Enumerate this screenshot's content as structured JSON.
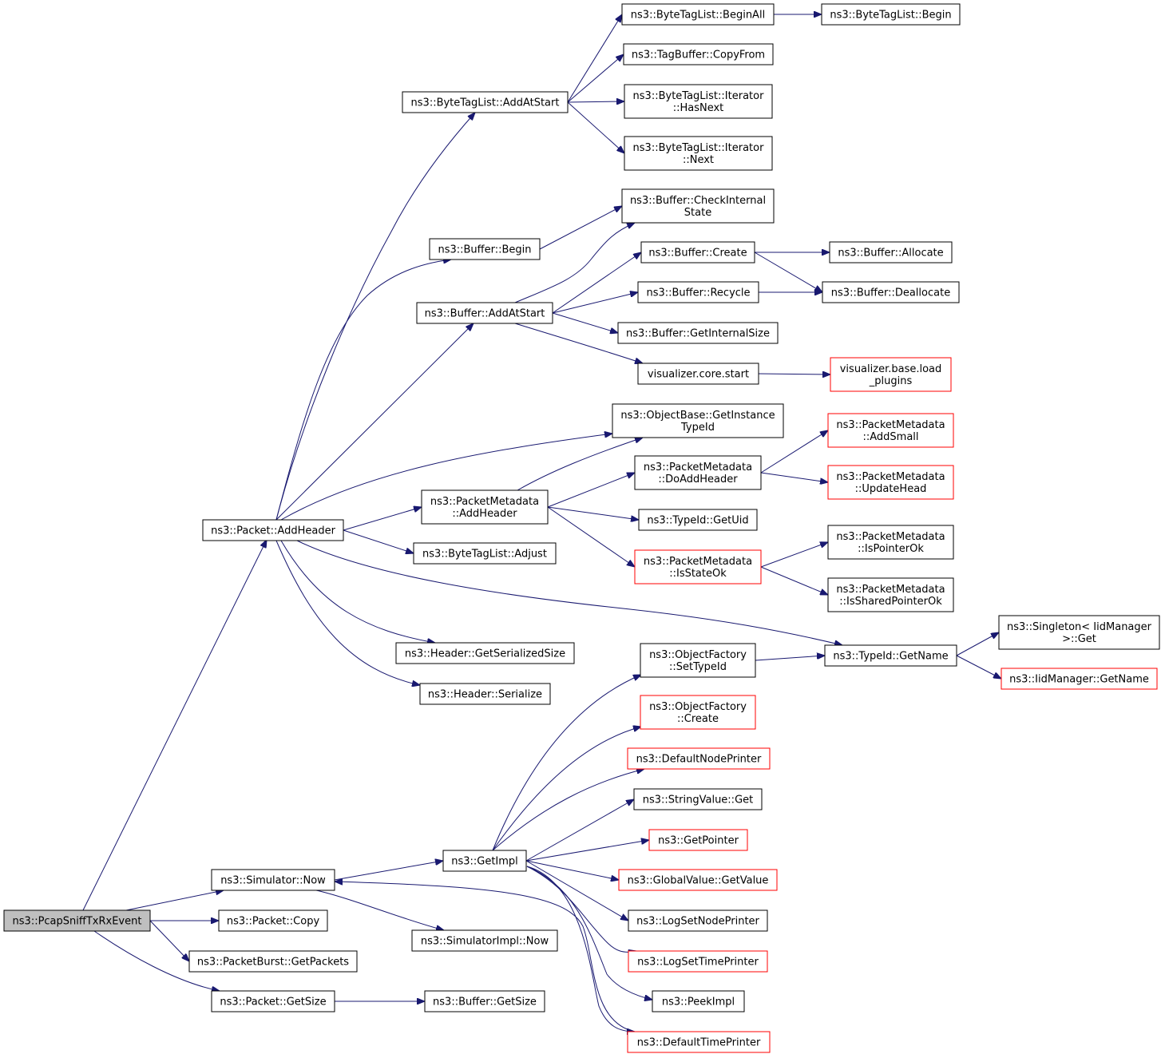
{
  "nodes": [
    {
      "id": "root",
      "lines": [
        "ns3::PcapSniffTxRxEvent"
      ],
      "style": "root"
    },
    {
      "id": "addheader",
      "lines": [
        "ns3::Packet::AddHeader"
      ]
    },
    {
      "id": "simnow",
      "lines": [
        "ns3::Simulator::Now"
      ]
    },
    {
      "id": "pcopy",
      "lines": [
        "ns3::Packet::Copy"
      ]
    },
    {
      "id": "getpackets",
      "lines": [
        "ns3::PacketBurst::GetPackets"
      ]
    },
    {
      "id": "pgetsize",
      "lines": [
        "ns3::Packet::GetSize"
      ]
    },
    {
      "id": "btl_addatstart",
      "lines": [
        "ns3::ByteTagList::AddAtStart"
      ]
    },
    {
      "id": "buf_begin",
      "lines": [
        "ns3::Buffer::Begin"
      ]
    },
    {
      "id": "buf_addatstart",
      "lines": [
        "ns3::Buffer::AddAtStart"
      ]
    },
    {
      "id": "pm_addheader",
      "lines": [
        "ns3::PacketMetadata",
        "::AddHeader"
      ]
    },
    {
      "id": "btl_adjust",
      "lines": [
        "ns3::ByteTagList::Adjust"
      ]
    },
    {
      "id": "hdr_getser",
      "lines": [
        "ns3::Header::GetSerializedSize"
      ]
    },
    {
      "id": "hdr_serialize",
      "lines": [
        "ns3::Header::Serialize"
      ]
    },
    {
      "id": "getimpl",
      "lines": [
        "ns3::GetImpl"
      ]
    },
    {
      "id": "simimpl_now",
      "lines": [
        "ns3::SimulatorImpl::Now"
      ]
    },
    {
      "id": "buf_getsize",
      "lines": [
        "ns3::Buffer::GetSize"
      ]
    },
    {
      "id": "btl_beginall",
      "lines": [
        "ns3::ByteTagList::BeginAll"
      ]
    },
    {
      "id": "tb_copyfrom",
      "lines": [
        "ns3::TagBuffer::CopyFrom"
      ]
    },
    {
      "id": "it_hasnext",
      "lines": [
        "ns3::ByteTagList::Iterator",
        "::HasNext"
      ]
    },
    {
      "id": "it_next",
      "lines": [
        "ns3::ByteTagList::Iterator",
        "::Next"
      ]
    },
    {
      "id": "buf_checkinternal",
      "lines": [
        "ns3::Buffer::CheckInternal",
        "State"
      ]
    },
    {
      "id": "buf_create",
      "lines": [
        "ns3::Buffer::Create"
      ]
    },
    {
      "id": "buf_recycle",
      "lines": [
        "ns3::Buffer::Recycle"
      ]
    },
    {
      "id": "buf_getinternalsize",
      "lines": [
        "ns3::Buffer::GetInternalSize"
      ]
    },
    {
      "id": "viz_start",
      "lines": [
        "visualizer.core.start"
      ]
    },
    {
      "id": "ob_gettypeid",
      "lines": [
        "ns3::ObjectBase::GetInstance",
        "TypeId"
      ]
    },
    {
      "id": "pm_doaddheader",
      "lines": [
        "ns3::PacketMetadata",
        "::DoAddHeader"
      ]
    },
    {
      "id": "tid_getuid",
      "lines": [
        "ns3::TypeId::GetUid"
      ]
    },
    {
      "id": "pm_isstateok",
      "lines": [
        "ns3::PacketMetadata",
        "::IsStateOk"
      ],
      "style": "trunc"
    },
    {
      "id": "of_settypeid",
      "lines": [
        "ns3::ObjectFactory",
        "::SetTypeId"
      ]
    },
    {
      "id": "of_create",
      "lines": [
        "ns3::ObjectFactory",
        "::Create"
      ],
      "style": "trunc"
    },
    {
      "id": "defnodeprinter",
      "lines": [
        "ns3::DefaultNodePrinter"
      ],
      "style": "trunc"
    },
    {
      "id": "sv_get",
      "lines": [
        "ns3::StringValue::Get"
      ]
    },
    {
      "id": "getpointer",
      "lines": [
        "ns3::GetPointer"
      ],
      "style": "trunc"
    },
    {
      "id": "gv_getvalue",
      "lines": [
        "ns3::GlobalValue::GetValue"
      ],
      "style": "trunc"
    },
    {
      "id": "logsetnode",
      "lines": [
        "ns3::LogSetNodePrinter"
      ]
    },
    {
      "id": "logsettime",
      "lines": [
        "ns3::LogSetTimePrinter"
      ],
      "style": "trunc"
    },
    {
      "id": "peekimpl",
      "lines": [
        "ns3::PeekImpl"
      ]
    },
    {
      "id": "deftimeprinter",
      "lines": [
        "ns3::DefaultTimePrinter"
      ],
      "style": "trunc"
    },
    {
      "id": "btl_begin",
      "lines": [
        "ns3::ByteTagList::Begin"
      ]
    },
    {
      "id": "buf_allocate",
      "lines": [
        "ns3::Buffer::Allocate"
      ]
    },
    {
      "id": "buf_deallocate",
      "lines": [
        "ns3::Buffer::Deallocate"
      ]
    },
    {
      "id": "viz_loadplugins",
      "lines": [
        "visualizer.base.load",
        "_plugins"
      ],
      "style": "trunc"
    },
    {
      "id": "pm_addsmall",
      "lines": [
        "ns3::PacketMetadata",
        "::AddSmall"
      ],
      "style": "trunc"
    },
    {
      "id": "pm_updatehead",
      "lines": [
        "ns3::PacketMetadata",
        "::UpdateHead"
      ],
      "style": "trunc"
    },
    {
      "id": "pm_ispointerok",
      "lines": [
        "ns3::PacketMetadata",
        "::IsPointerOk"
      ]
    },
    {
      "id": "pm_issharedptrok",
      "lines": [
        "ns3::PacketMetadata",
        "::IsSharedPointerOk"
      ]
    },
    {
      "id": "tid_getname",
      "lines": [
        "ns3::TypeId::GetName"
      ]
    },
    {
      "id": "singleton_get",
      "lines": [
        "ns3::Singleton< IidManager",
        " >::Get"
      ]
    },
    {
      "id": "iid_getname",
      "lines": [
        "ns3::IidManager::GetName"
      ],
      "style": "trunc"
    }
  ],
  "edges": [
    [
      "root",
      "addheader"
    ],
    [
      "root",
      "simnow"
    ],
    [
      "root",
      "pcopy"
    ],
    [
      "root",
      "getpackets"
    ],
    [
      "root",
      "pgetsize"
    ],
    [
      "addheader",
      "btl_addatstart"
    ],
    [
      "addheader",
      "buf_begin"
    ],
    [
      "addheader",
      "buf_addatstart"
    ],
    [
      "addheader",
      "ob_gettypeid"
    ],
    [
      "addheader",
      "pm_addheader"
    ],
    [
      "addheader",
      "btl_adjust"
    ],
    [
      "addheader",
      "tid_getname"
    ],
    [
      "addheader",
      "hdr_getser"
    ],
    [
      "addheader",
      "hdr_serialize"
    ],
    [
      "simnow",
      "getimpl"
    ],
    [
      "simnow",
      "simimpl_now"
    ],
    [
      "pgetsize",
      "buf_getsize"
    ],
    [
      "btl_addatstart",
      "btl_beginall"
    ],
    [
      "btl_addatstart",
      "tb_copyfrom"
    ],
    [
      "btl_addatstart",
      "it_hasnext"
    ],
    [
      "btl_addatstart",
      "it_next"
    ],
    [
      "btl_beginall",
      "btl_begin"
    ],
    [
      "buf_begin",
      "buf_checkinternal"
    ],
    [
      "buf_addatstart",
      "buf_checkinternal"
    ],
    [
      "buf_addatstart",
      "buf_create"
    ],
    [
      "buf_addatstart",
      "buf_recycle"
    ],
    [
      "buf_addatstart",
      "buf_getinternalsize"
    ],
    [
      "buf_addatstart",
      "viz_start"
    ],
    [
      "buf_create",
      "buf_allocate"
    ],
    [
      "buf_create",
      "buf_deallocate"
    ],
    [
      "buf_recycle",
      "buf_deallocate"
    ],
    [
      "viz_start",
      "viz_loadplugins"
    ],
    [
      "pm_addheader",
      "ob_gettypeid"
    ],
    [
      "pm_addheader",
      "pm_doaddheader"
    ],
    [
      "pm_addheader",
      "tid_getuid"
    ],
    [
      "pm_addheader",
      "pm_isstateok"
    ],
    [
      "pm_doaddheader",
      "pm_addsmall"
    ],
    [
      "pm_doaddheader",
      "pm_updatehead"
    ],
    [
      "pm_isstateok",
      "pm_ispointerok"
    ],
    [
      "pm_isstateok",
      "pm_issharedptrok"
    ],
    [
      "tid_getname",
      "singleton_get"
    ],
    [
      "tid_getname",
      "iid_getname"
    ],
    [
      "of_settypeid",
      "tid_getname"
    ],
    [
      "getimpl",
      "of_settypeid"
    ],
    [
      "getimpl",
      "of_create"
    ],
    [
      "getimpl",
      "defnodeprinter"
    ],
    [
      "getimpl",
      "sv_get"
    ],
    [
      "getimpl",
      "getpointer"
    ],
    [
      "getimpl",
      "gv_getvalue"
    ],
    [
      "getimpl",
      "logsetnode"
    ],
    [
      "getimpl",
      "logsettime"
    ],
    [
      "getimpl",
      "peekimpl"
    ],
    [
      "getimpl",
      "deftimeprinter"
    ],
    [
      "deftimeprinter",
      "simnow"
    ]
  ]
}
